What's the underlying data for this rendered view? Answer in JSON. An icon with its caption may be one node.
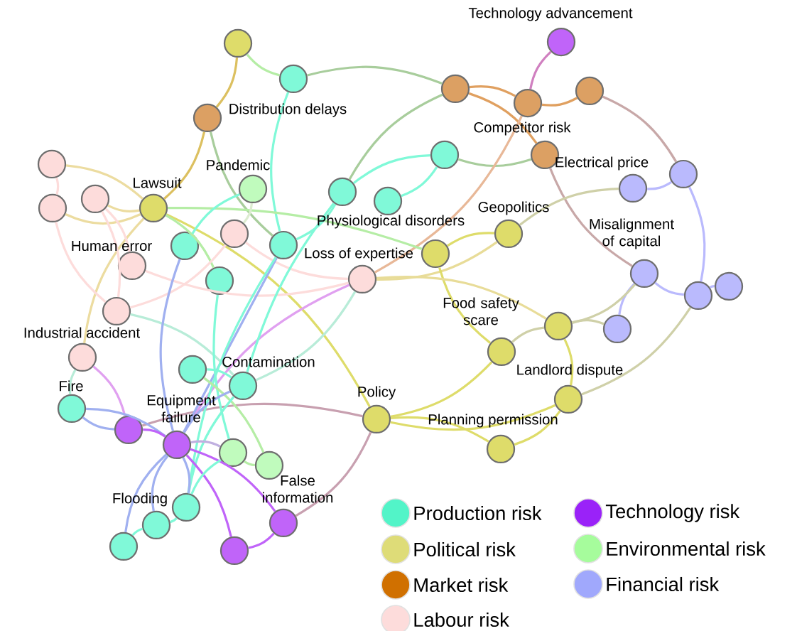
{
  "diagram": {
    "nodes": [
      {
        "text": [],
        "shape": "circle",
        "beside": [
          "Technology advancement"
        ]
      },
      {
        "text": [],
        "shape": "circle"
      },
      {
        "text": [],
        "shape": "circle"
      },
      {
        "text": [],
        "shape": "circle"
      },
      {
        "text": [],
        "shape": "circle"
      },
      {
        "text": [],
        "shape": "circle"
      },
      {
        "text": [],
        "shape": "circle",
        "beside": [
          "Distribution delays"
        ]
      },
      {
        "text": [],
        "shape": "circle"
      },
      {
        "text": [],
        "shape": "circle",
        "beside": [
          "Competitor risk"
        ]
      },
      {
        "text": [],
        "shape": "circle"
      },
      {
        "text": [],
        "shape": "circle"
      },
      {
        "text": [],
        "shape": "circle",
        "beside": [
          "Electrical price"
        ]
      },
      {
        "text": [],
        "shape": "circle",
        "beside": [
          "Pandemic"
        ]
      },
      {
        "text": [],
        "shape": "circle"
      },
      {
        "text": [],
        "shape": "circle"
      },
      {
        "text": [],
        "shape": "circle",
        "beside": [
          "Physiological disorders"
        ]
      },
      {
        "text": [],
        "shape": "circle",
        "beside": [
          "Lawsuit"
        ]
      },
      {
        "text": [],
        "shape": "circle"
      },
      {
        "text": [],
        "shape": "circle",
        "beside": [
          "Geopolitics"
        ]
      },
      {
        "text": [],
        "shape": "circle"
      },
      {
        "text": [],
        "shape": "circle"
      },
      {
        "text": [],
        "shape": "circle"
      },
      {
        "text": [],
        "shape": "circle"
      },
      {
        "text": [],
        "shape": "circle",
        "beside": [
          "Human error"
        ]
      },
      {
        "text": [],
        "shape": "circle",
        "beside": [
          "Misalignment of capital"
        ]
      },
      {
        "text": [],
        "shape": "circle",
        "beside": [
          "Loss of expertise"
        ]
      },
      {
        "text": [],
        "shape": "circle"
      },
      {
        "text": [],
        "shape": "circle"
      },
      {
        "text": [],
        "shape": "circle"
      },
      {
        "text": [],
        "shape": "circle"
      },
      {
        "text": [],
        "shape": "circle"
      },
      {
        "text": [],
        "shape": "circle"
      },
      {
        "text": [],
        "shape": "circle",
        "beside": [
          "Food safety scare"
        ]
      },
      {
        "text": [],
        "shape": "circle",
        "beside": [
          "Industrial accident"
        ]
      },
      {
        "text": [],
        "shape": "circle"
      },
      {
        "text": [],
        "shape": "circle",
        "beside": [
          "Contamination"
        ]
      },
      {
        "text": [],
        "shape": "circle",
        "beside": [
          "Landlord dispute"
        ]
      },
      {
        "text": [],
        "shape": "circle",
        "beside": [
          "Fire"
        ]
      },
      {
        "text": [],
        "shape": "circle",
        "beside": [
          "Policy"
        ]
      },
      {
        "text": [],
        "shape": "circle"
      },
      {
        "text": [],
        "shape": "circle",
        "beside": [
          "Equipment failure"
        ]
      },
      {
        "text": [],
        "shape": "circle",
        "beside": [
          "Planning permission"
        ]
      },
      {
        "text": [],
        "shape": "circle"
      },
      {
        "text": [],
        "shape": "circle"
      },
      {
        "text": [],
        "shape": "circle",
        "beside": [
          "Flooding"
        ]
      },
      {
        "text": [],
        "shape": "circle",
        "beside": [
          "False information"
        ]
      },
      {
        "text": [],
        "shape": "circle"
      },
      {
        "text": [],
        "shape": "circle"
      },
      {
        "text": [],
        "shape": "circle"
      }
    ],
    "edges": [
      {
        "from": 1,
        "to": 6,
        "arrow": "none",
        "color": "#dcc060"
      },
      {
        "from": 1,
        "to": 2,
        "arrow": "none",
        "color": "#b5eda5"
      },
      {
        "from": 2,
        "to": 3,
        "arrow": "none",
        "color": "#a8cd9c"
      },
      {
        "from": 2,
        "to": 21,
        "arrow": "none",
        "color": "#80f9d8"
      },
      {
        "from": 6,
        "to": 16,
        "arrow": "none",
        "color": "#dcc060"
      },
      {
        "from": 6,
        "to": 21,
        "arrow": "none",
        "color": "#a8cd9c"
      },
      {
        "from": 3,
        "to": 5,
        "arrow": "none",
        "color": "#e0a060"
      },
      {
        "from": 5,
        "to": 4,
        "arrow": "none",
        "color": "#e0a060"
      },
      {
        "from": 3,
        "to": 8,
        "arrow": "none",
        "color": "#e0a060"
      },
      {
        "from": 0,
        "to": 5,
        "arrow": "none",
        "color": "#d080c0"
      },
      {
        "from": 4,
        "to": 10,
        "arrow": "none",
        "color": "#c8a8a8"
      },
      {
        "from": 8,
        "to": 24,
        "arrow": "none",
        "color": "#c8a8a8"
      },
      {
        "from": 8,
        "to": 7,
        "arrow": "none",
        "color": "#a8cd9c"
      },
      {
        "from": 3,
        "to": 13,
        "arrow": "none",
        "color": "#a8cd9c"
      },
      {
        "from": 5,
        "to": 25,
        "arrow": "none",
        "color": "#e8b898"
      },
      {
        "from": 7,
        "to": 13,
        "arrow": "none",
        "color": "#80f9d8"
      },
      {
        "from": 7,
        "to": 15,
        "arrow": "none",
        "color": "#80f9d8"
      },
      {
        "from": 11,
        "to": 10,
        "arrow": "none",
        "color": "#babafd"
      },
      {
        "from": 10,
        "to": 28,
        "arrow": "none",
        "color": "#babafd"
      },
      {
        "from": 24,
        "to": 28,
        "arrow": "none",
        "color": "#babafd"
      },
      {
        "from": 28,
        "to": 27,
        "arrow": "none",
        "color": "#babafd"
      },
      {
        "from": 24,
        "to": 31,
        "arrow": "none",
        "color": "#babafd"
      },
      {
        "from": 18,
        "to": 11,
        "arrow": "none",
        "color": "#cfd0a8"
      },
      {
        "from": 18,
        "to": 22,
        "arrow": "none",
        "color": "#dedc6a"
      },
      {
        "from": 18,
        "to": 25,
        "arrow": "none",
        "color": "#e8dc98"
      },
      {
        "from": 22,
        "to": 32,
        "arrow": "none",
        "color": "#dedc6a"
      },
      {
        "from": 25,
        "to": 30,
        "arrow": "none",
        "color": "#e8dc98"
      },
      {
        "from": 30,
        "to": 32,
        "arrow": "none",
        "color": "#cfd0a8"
      },
      {
        "from": 30,
        "to": 31,
        "arrow": "none",
        "color": "#cfd0a8"
      },
      {
        "from": 30,
        "to": 24,
        "arrow": "none",
        "color": "#cfd0a8"
      },
      {
        "from": 30,
        "to": 36,
        "arrow": "none",
        "color": "#dedc6a"
      },
      {
        "from": 36,
        "to": 28,
        "arrow": "none",
        "color": "#cfd0a8"
      },
      {
        "from": 32,
        "to": 38,
        "arrow": "none",
        "color": "#dedc6a"
      },
      {
        "from": 38,
        "to": 36,
        "arrow": "none",
        "color": "#dedc6a"
      },
      {
        "from": 38,
        "to": 41,
        "arrow": "none",
        "color": "#dedc6a"
      },
      {
        "from": 41,
        "to": 36,
        "arrow": "none",
        "color": "#dedc6a"
      },
      {
        "from": 16,
        "to": 38,
        "arrow": "none",
        "color": "#dedc6a"
      },
      {
        "from": 39,
        "to": 38,
        "arrow": "none",
        "color": "#c8a0b0"
      },
      {
        "from": 38,
        "to": 45,
        "arrow": "none",
        "color": "#c8a0b0"
      },
      {
        "from": 16,
        "to": 9,
        "arrow": "none",
        "color": "#ecdca0"
      },
      {
        "from": 16,
        "to": 14,
        "arrow": "none",
        "color": "#ecdca0"
      },
      {
        "from": 16,
        "to": 17,
        "arrow": "none",
        "color": "#ecdca0"
      },
      {
        "from": 9,
        "to": 17,
        "arrow": "none",
        "color": "#fddcdb"
      },
      {
        "from": 16,
        "to": 22,
        "arrow": "none",
        "color": "#b5eda5"
      },
      {
        "from": 16,
        "to": 26,
        "arrow": "none",
        "color": "#b5eda5"
      },
      {
        "from": 16,
        "to": 33,
        "arrow": "none",
        "color": "#ecdca0"
      },
      {
        "from": 12,
        "to": 19,
        "arrow": "none",
        "color": "#dcecd0"
      },
      {
        "from": 12,
        "to": 20,
        "arrow": "none",
        "color": "#80f9d8"
      },
      {
        "from": 14,
        "to": 29,
        "arrow": "none",
        "color": "#fddcdb"
      },
      {
        "from": 17,
        "to": 29,
        "arrow": "none",
        "color": "#fddcdb"
      },
      {
        "from": 14,
        "to": 23,
        "arrow": "none",
        "color": "#fddcdb"
      },
      {
        "from": 19,
        "to": 25,
        "arrow": "none",
        "color": "#fddcdb"
      },
      {
        "from": 19,
        "to": 29,
        "arrow": "none",
        "color": "#fddcdb"
      },
      {
        "from": 23,
        "to": 25,
        "arrow": "none",
        "color": "#fddcdb"
      },
      {
        "from": 29,
        "to": 35,
        "arrow": "none",
        "color": "#b8ecd8"
      },
      {
        "from": 33,
        "to": 37,
        "arrow": "none",
        "color": "#b8ecd8"
      },
      {
        "from": 33,
        "to": 39,
        "arrow": "none",
        "color": "#e0a0f0"
      },
      {
        "from": 25,
        "to": 40,
        "arrow": "none",
        "color": "#e0a0f0"
      },
      {
        "from": 25,
        "to": 35,
        "arrow": "none",
        "color": "#b8ecd8"
      },
      {
        "from": 37,
        "to": 39,
        "arrow": "none",
        "color": "#a0b0f0"
      },
      {
        "from": 37,
        "to": 40,
        "arrow": "none",
        "color": "#a0b0f0"
      },
      {
        "from": 20,
        "to": 40,
        "arrow": "none",
        "color": "#a0b0f0"
      },
      {
        "from": 21,
        "to": 40,
        "arrow": "none",
        "color": "#a0b0f0"
      },
      {
        "from": 13,
        "to": 35,
        "arrow": "none",
        "color": "#80f9d8"
      },
      {
        "from": 21,
        "to": 44,
        "arrow": "none",
        "color": "#80f9d8"
      },
      {
        "from": 21,
        "to": 13,
        "arrow": "none",
        "color": "#80f9d8"
      },
      {
        "from": 26,
        "to": 42,
        "arrow": "none",
        "color": "#80f9d8"
      },
      {
        "from": 34,
        "to": 43,
        "arrow": "none",
        "color": "#b5eda5"
      },
      {
        "from": 34,
        "to": 35,
        "arrow": "none",
        "color": "#80f9d8"
      },
      {
        "from": 35,
        "to": 40,
        "arrow": "none",
        "color": "#a0b0f0"
      },
      {
        "from": 35,
        "to": 44,
        "arrow": "none",
        "color": "#80f9d8"
      },
      {
        "from": 40,
        "to": 39,
        "arrow": "none",
        "color": "#c064f9"
      },
      {
        "from": 40,
        "to": 42,
        "arrow": "none",
        "color": "#c0b0e0"
      },
      {
        "from": 42,
        "to": 43,
        "arrow": "none",
        "color": "#b5eda5"
      },
      {
        "from": 40,
        "to": 47,
        "arrow": "none",
        "color": "#a0b0f0"
      },
      {
        "from": 40,
        "to": 46,
        "arrow": "none",
        "color": "#a0b0f0"
      },
      {
        "from": 40,
        "to": 44,
        "arrow": "none",
        "color": "#a0b0f0"
      },
      {
        "from": 40,
        "to": 48,
        "arrow": "none",
        "color": "#c064f9"
      },
      {
        "from": 40,
        "to": 45,
        "arrow": "none",
        "color": "#c064f9"
      },
      {
        "from": 48,
        "to": 45,
        "arrow": "none",
        "color": "#c064f9"
      },
      {
        "from": 44,
        "to": 46,
        "arrow": "none",
        "color": "#80f9d8"
      },
      {
        "from": 46,
        "to": 47,
        "arrow": "none",
        "color": "#80f9d8"
      },
      {
        "from": 44,
        "to": 42,
        "arrow": "none",
        "color": "#80f9d8"
      }
    ],
    "legend": [
      {
        "text": "Production risk",
        "color": "#52f4c8"
      },
      {
        "text": "Technology risk",
        "color": "#9a22f8"
      },
      {
        "text": "Political risk",
        "color": "#dedc78"
      },
      {
        "text": "Environmental risk",
        "color": "#a6fc9c"
      },
      {
        "text": "Market risk",
        "color": "#d07000"
      },
      {
        "text": "Financial risk",
        "color": "#a0a8fc"
      },
      {
        "text": "Labour risk",
        "color": "#fddcdb"
      }
    ]
  }
}
